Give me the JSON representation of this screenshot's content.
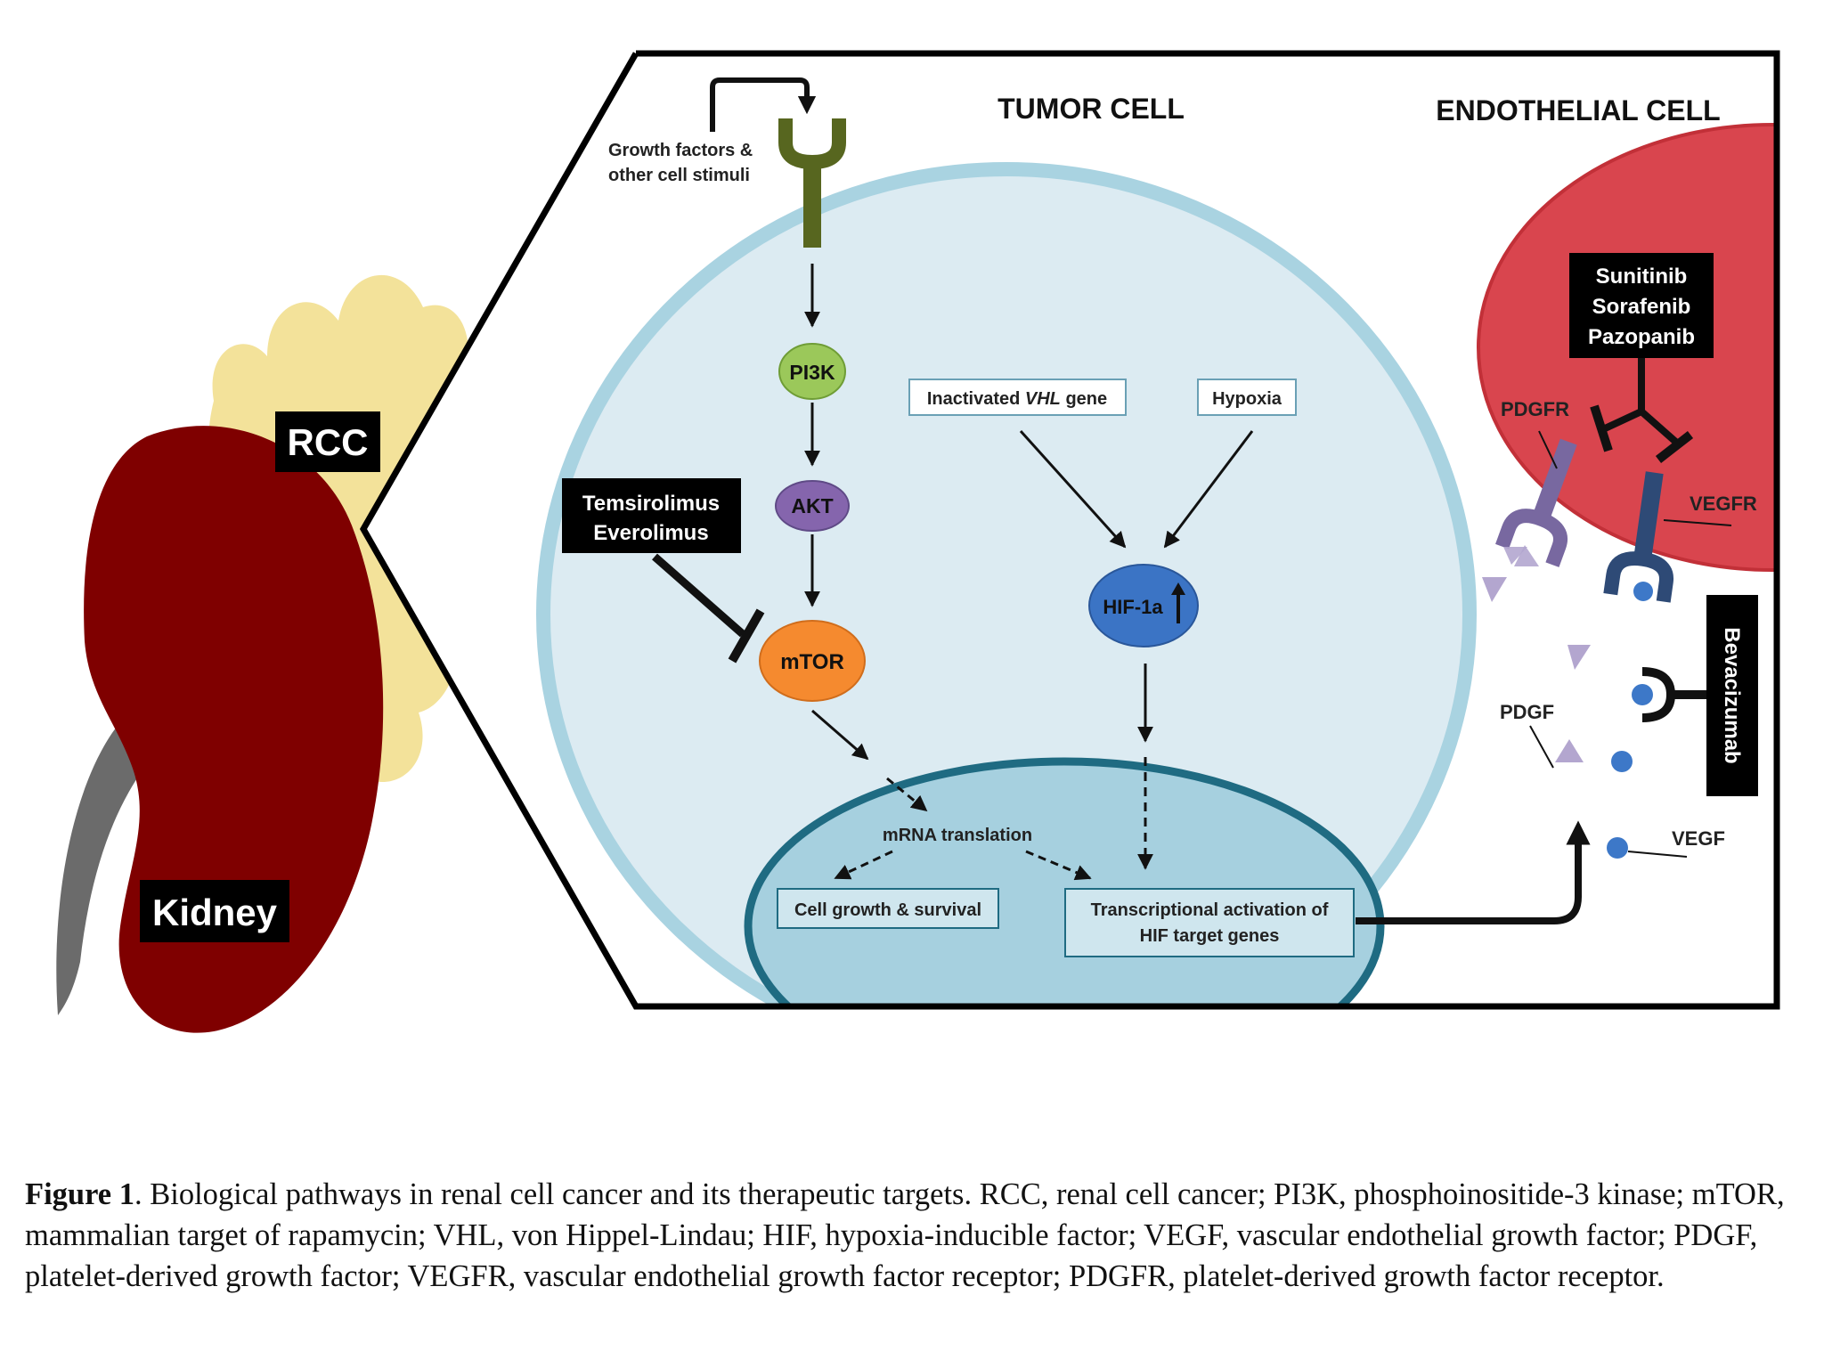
{
  "kidney": {
    "rcc_label": "RCC",
    "kidney_label": "Kidney",
    "colors": {
      "kidney": "#7f0000",
      "tumor": "#f3e29a",
      "ureter": "#6b6b6b"
    }
  },
  "tumor_cell": {
    "title": "TUMOR CELL",
    "growth_label_line1": "Growth factors &",
    "growth_label_line2": "other cell stimuli",
    "pi3k": "PI3K",
    "akt": "AKT",
    "mtor": "mTOR",
    "inhibitor_line1": "Temsirolimus",
    "inhibitor_line2": "Everolimus",
    "vhl_prefix": "Inactivated ",
    "vhl_gene": "VHL",
    "vhl_suffix": " gene",
    "hypoxia": "Hypoxia",
    "hif": "HIF-1a",
    "mrna": "mRNA translation",
    "cell_growth": "Cell growth & survival",
    "transcription_line1": "Transcriptional activation of",
    "transcription_line2": "HIF target genes",
    "colors": {
      "cell_fill": "#dcebf2",
      "cell_border": "#a9d3e1",
      "nucleus_fill": "#a6d0df",
      "nucleus_border": "#1f6b82",
      "receptor": "#57661f",
      "pi3k": "#9bc85a",
      "akt": "#8565ad",
      "mtor": "#f58a2f",
      "hif": "#3b74c5"
    }
  },
  "endothelial_cell": {
    "title": "ENDOTHELIAL CELL",
    "drugs_line1": "Sunitinib",
    "drugs_line2": "Sorafenib",
    "drugs_line3": "Pazopanib",
    "pdgfr": "PDGFR",
    "vegfr": "VEGFR",
    "pdgf": "PDGF",
    "vegf": "VEGF",
    "bevacizumab": "Bevacizumab",
    "colors": {
      "cell": "#d9454e",
      "pdgfr": "#7868a0",
      "vegfr": "#2e4a76",
      "pdgf": "#b3a6cf",
      "vegf": "#3d78c8"
    }
  },
  "caption": {
    "label": "Figure 1",
    "text": ". Biological pathways in renal cell cancer and its therapeutic targets. RCC, renal cell cancer; PI3K, phosphoinositide-3 kinase; mTOR, mammalian target of rapamycin; VHL, von Hippel-Lindau; HIF, hypoxia-inducible factor; VEGF, vascular endothelial growth factor; PDGF, platelet-derived growth factor; VEGFR, vascular endothelial growth factor receptor; PDGFR, platelet-derived growth factor receptor."
  }
}
